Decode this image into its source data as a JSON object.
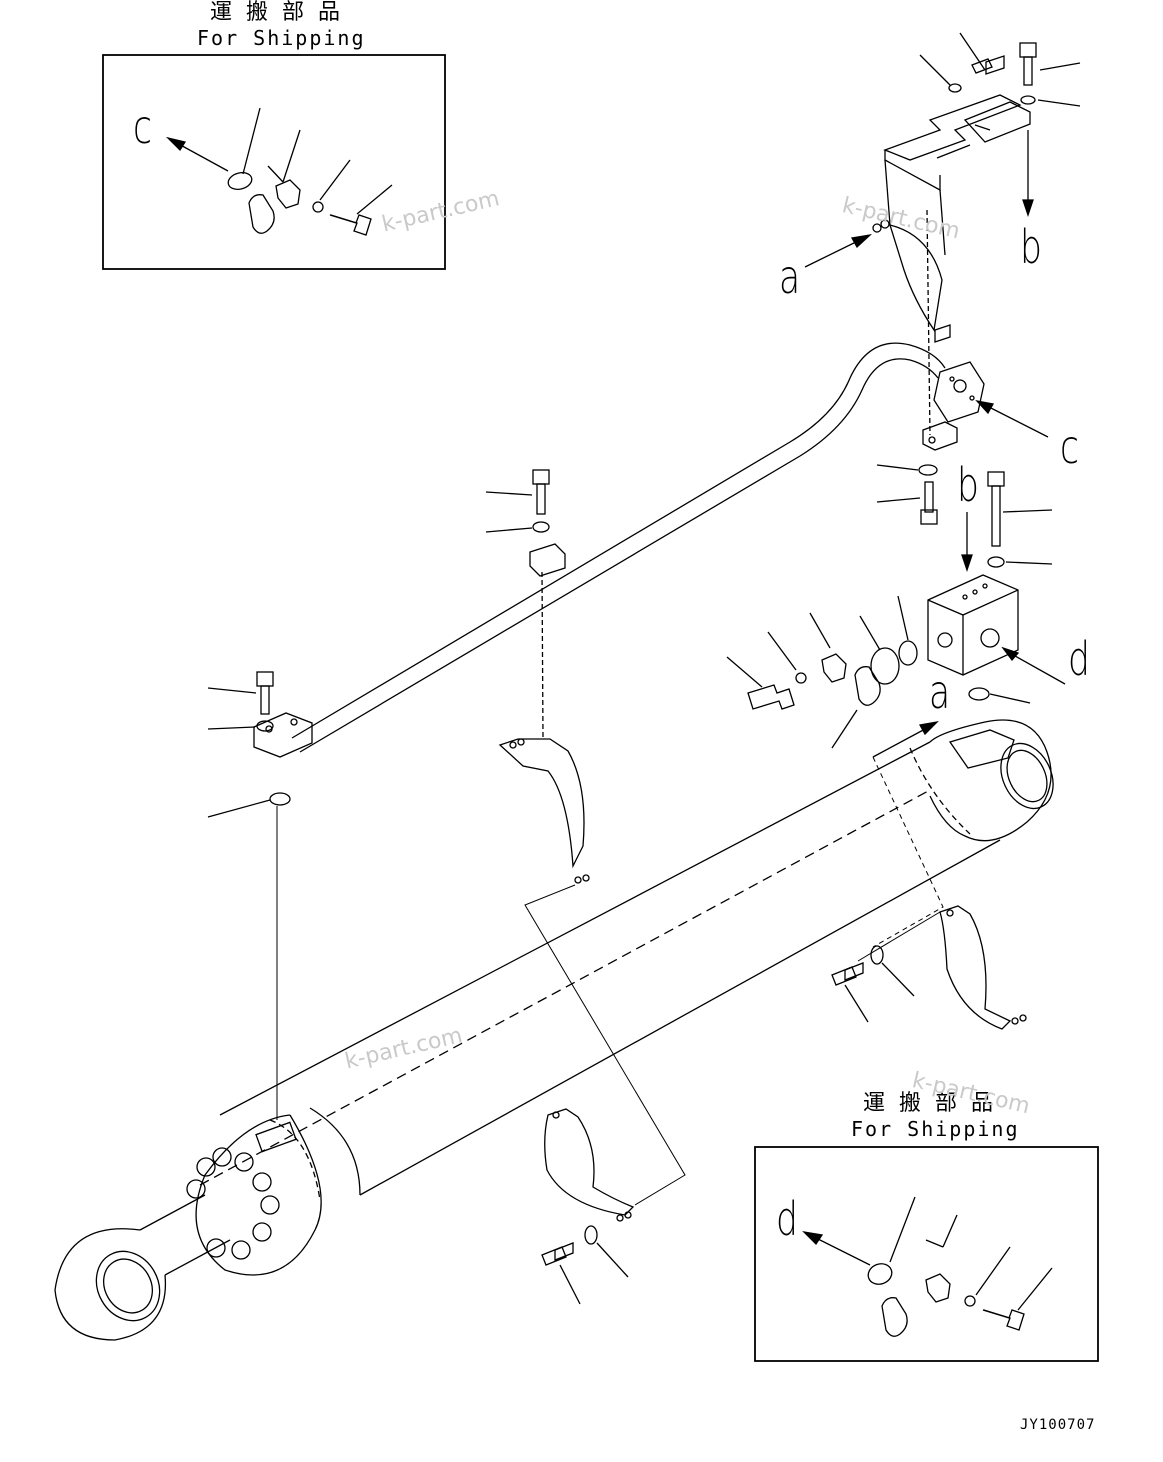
{
  "shipping_box_1": {
    "title_jp": "運搬部品",
    "title_en": "For Shipping"
  },
  "shipping_box_2": {
    "title_jp": "運搬部品",
    "title_en": "For Shipping"
  },
  "callouts": {
    "c_box": "c",
    "d_box": "d",
    "a_upper": "a",
    "b_upper": "b",
    "c_right": "c",
    "b_mid": "b",
    "d_right": "d",
    "a_mid": "a"
  },
  "watermark": "k-part.com",
  "drawing_code": "JY100707",
  "colors": {
    "line": "#000000",
    "watermark": "#c9c9c9",
    "background": "#ffffff"
  }
}
